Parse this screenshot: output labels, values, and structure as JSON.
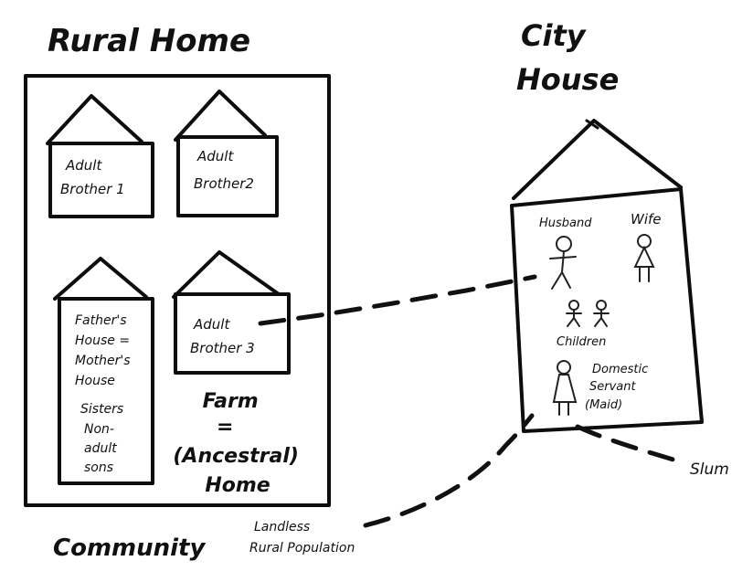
{
  "rural_home": {
    "title": "Rural Home",
    "houses": {
      "brother1": "Adult\nBrother 1",
      "brother2": "Adult\nBrother2",
      "fathers_house": "Father's\nHouse =\nMother's\nHouse",
      "fathers_house_members": "Sisters\nNon-\nadult\nsons",
      "brother3": "Adult\nBrother 3"
    },
    "farm_label": "Farm\n=\n(Ancestral)\nHome"
  },
  "city_house": {
    "title": "City\nHouse",
    "husband": "Husband",
    "wife": "Wife",
    "children": "Children",
    "servant": "Domestic\nServant\n(Maid)"
  },
  "community_label": "Community",
  "landless_label": "Landless\nRural Population",
  "slum_label": "Slum"
}
